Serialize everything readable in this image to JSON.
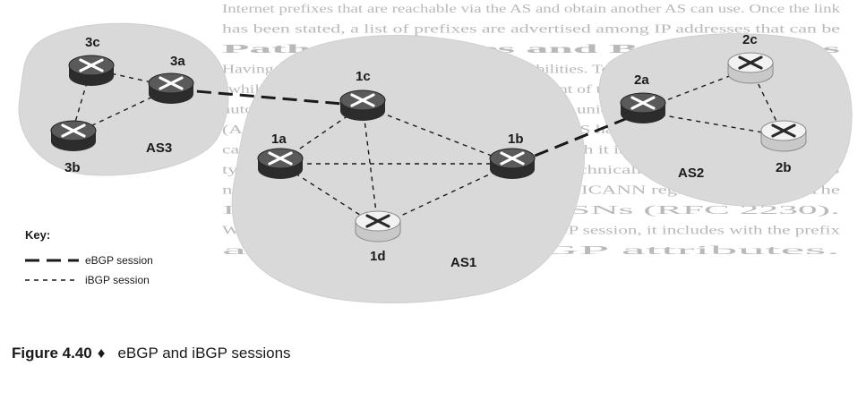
{
  "background_text": {
    "lines": [
      "Internet prefixes that are reachable via the AS and obtain another AS can use. Once the link",
      "has been stated, a list of prefixes are advertised among IP addresses that can be",
      "Path Attributes and BGP Routes",
      "Having now an understanding of BGP's capabilities. To begin let's take a little deep look",
      "(while still providing details of the less important of this chapter materials). In BGP, an",
      "autonomous system is identified by its globally unique autonomous system number",
      "(ASN) [RFC 1930]. (Technically, not every AS has an ASN. In particular, a so-",
      "called stub AS that carries only traffic for which it is a source or destination will",
      "typically not have an ASN; we ignore this technicality in our discussion.) AS",
      "numbers, like IP addresses, are assigned by ICANN regional registries. The",
      "ICANN's numbered ASNs (RFC 2230).",
      "When a router advertises a prefix across a BGP session, it includes with the prefix",
      "a number of BGP attributes."
    ]
  },
  "diagram": {
    "routers": {
      "r3c": "3c",
      "r3a": "3a",
      "r3b": "3b",
      "r1c": "1c",
      "r1a": "1a",
      "r1b": "1b",
      "r1d": "1d",
      "r2a": "2a",
      "r2c": "2c",
      "r2b": "2b"
    },
    "as_labels": {
      "as3": "AS3",
      "as1": "AS1",
      "as2": "AS2"
    },
    "key": {
      "title": "Key:",
      "ebgp": "eBGP session",
      "ibgp": "iBGP session"
    }
  },
  "caption": {
    "figure_number": "Figure 4.40",
    "separator": "♦",
    "title": "eBGP and iBGP sessions"
  },
  "colors": {
    "cloud": "#d9d9d9",
    "router_dark": "#3d3d3d",
    "router_light": "#e8e8e8",
    "line": "#1a1a1a"
  }
}
